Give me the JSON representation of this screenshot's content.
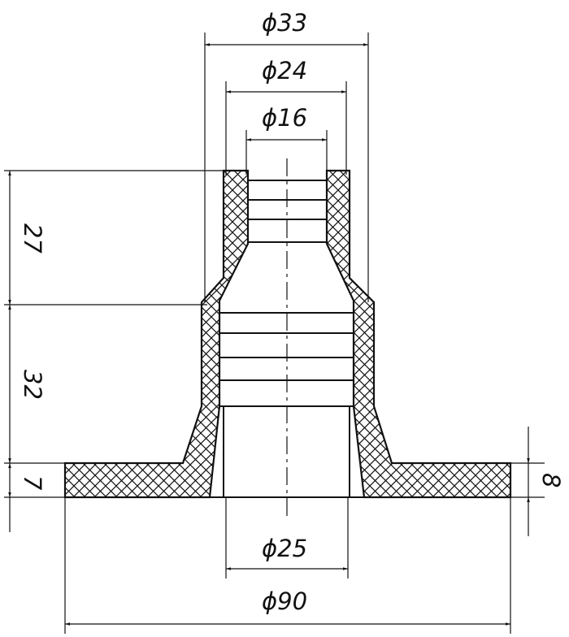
{
  "diagram": {
    "dimensions": {
      "d33": "ϕ33",
      "d24": "ϕ24",
      "d16": "ϕ16",
      "h27": "27",
      "h32": "32",
      "h7": "7",
      "h8": "8",
      "d25": "ϕ25",
      "d90": "ϕ90"
    },
    "colors": {
      "line": "#111111",
      "background": "#ffffff"
    }
  }
}
